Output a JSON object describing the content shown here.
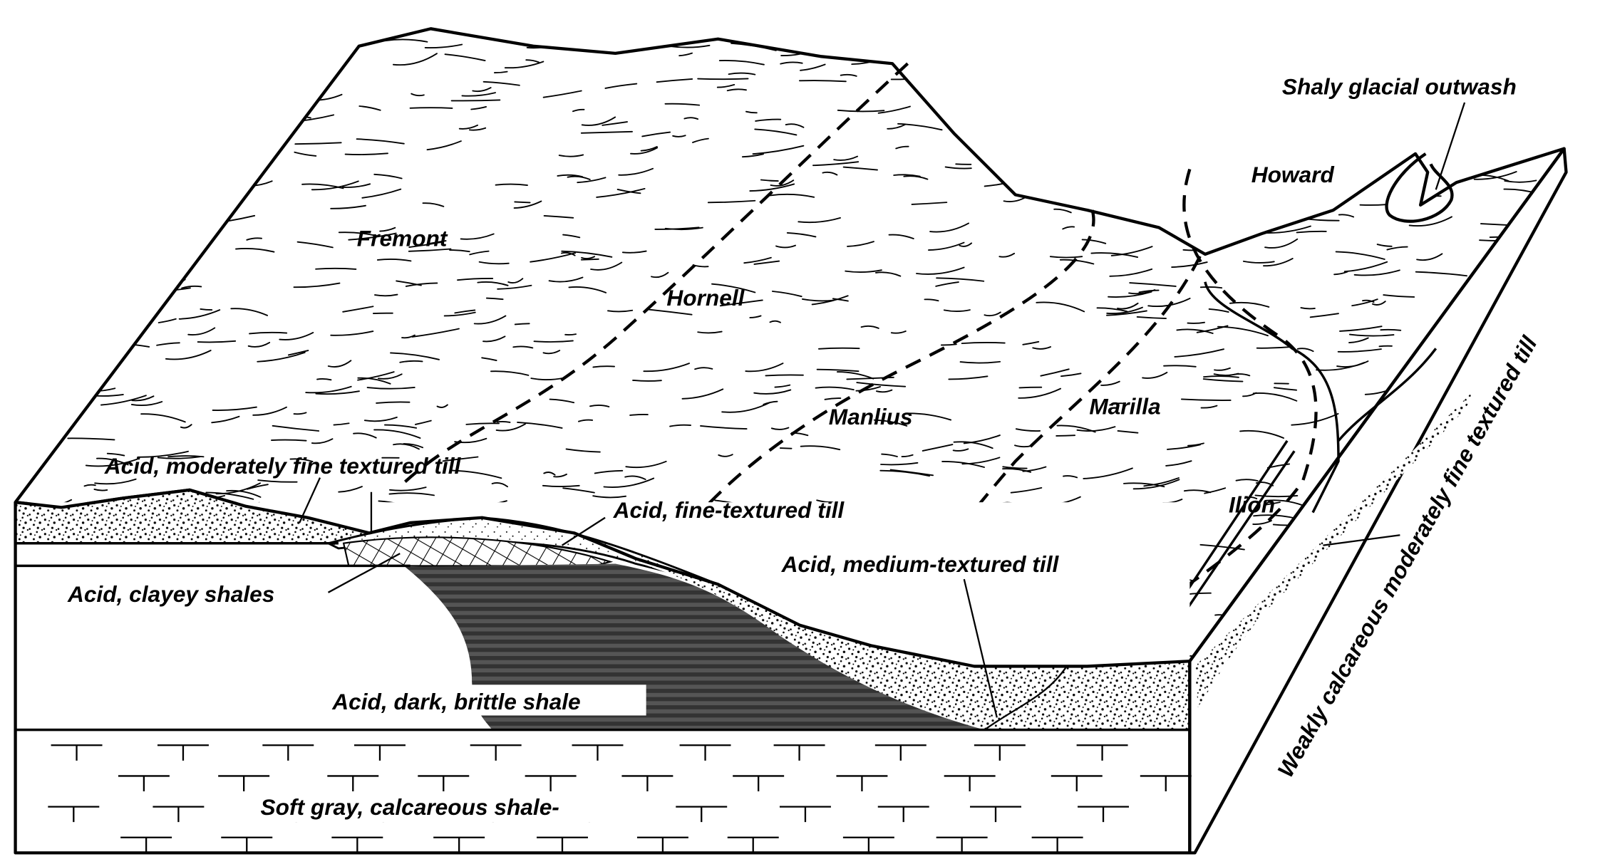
{
  "diagram": {
    "surface_labels": {
      "fremont": "Fremont",
      "hornell": "Hornell",
      "manlius": "Manlius",
      "marilla": "Marilla",
      "howard": "Howard",
      "ilion": "Ilion"
    },
    "material_labels": {
      "shaly_outwash": "Shaly glacial outwash",
      "mod_fine_till": "Acid, moderately fine textured till",
      "fine_till": "Acid, fine-textured till",
      "medium_till": "Acid, medium-textured till",
      "clayey_shales": "Acid, clayey shales",
      "dark_shale": "Acid, dark, brittle shale",
      "calcareous_shale": "Soft gray, calcareous shale-",
      "weakly_calcareous_till": "Weakly calcareous moderately fine textured till"
    },
    "colors": {
      "ink": "#000000",
      "paper": "#ffffff"
    }
  }
}
